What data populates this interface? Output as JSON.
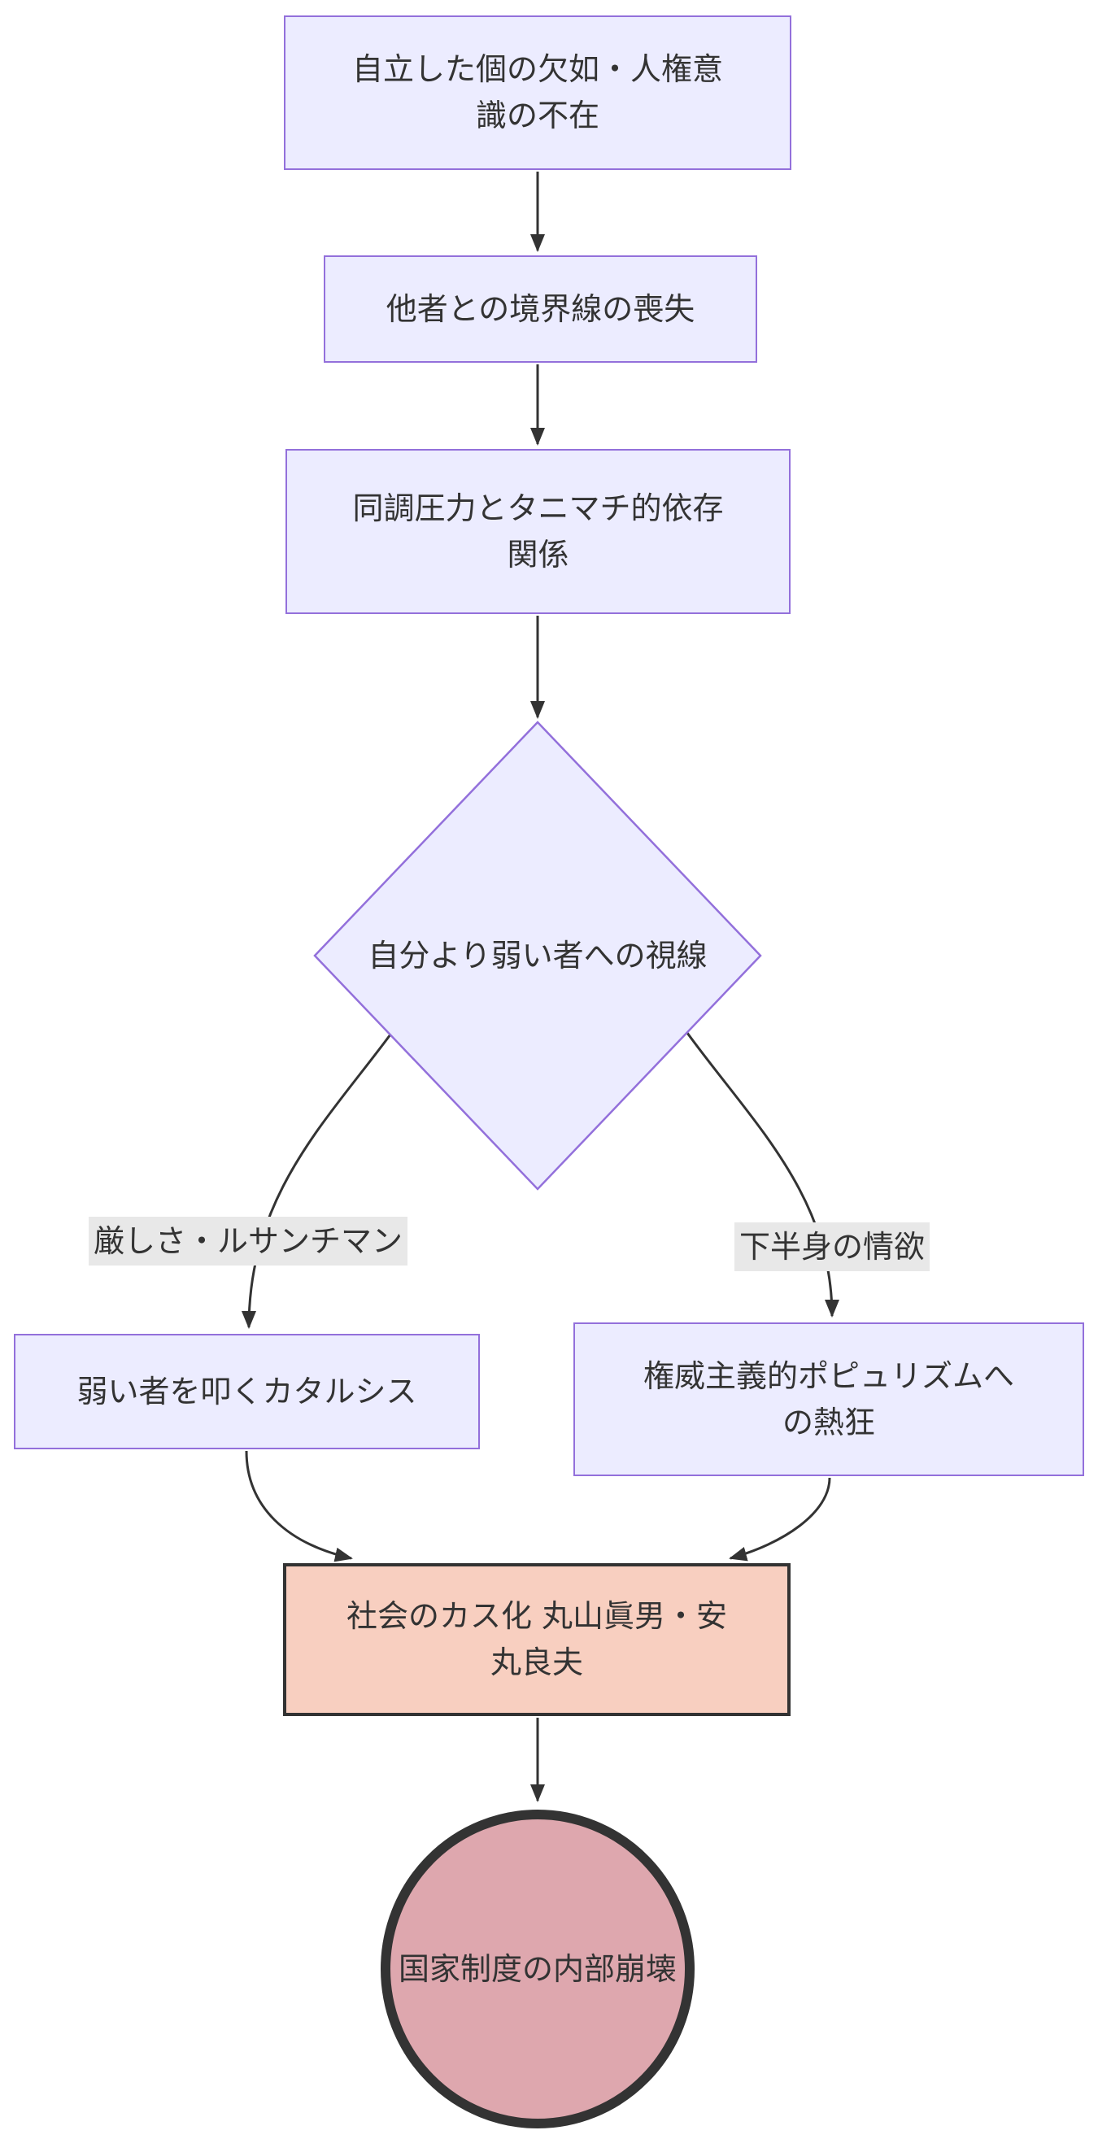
{
  "diagram": {
    "type": "flowchart-top-down",
    "background": "#ffffff",
    "colors": {
      "node_fill": "#ECECFF",
      "node_border": "#9370DB",
      "merge_fill": "#F8CFC0",
      "merge_border": "#333333",
      "end_fill": "#DEA7AE",
      "end_border": "#333333",
      "edge_stroke": "#333333",
      "edge_label_bg": "#E8E8E8",
      "text": "#333333"
    },
    "nodes": {
      "premise": {
        "shape": "rect",
        "label": "自立した個の欠如・人権意\n識の不在"
      },
      "boundary": {
        "shape": "rect",
        "label": "他者との境界線の喪失"
      },
      "conformity": {
        "shape": "rect",
        "label": "同調圧力とタニマチ的依存\n関係"
      },
      "decision": {
        "shape": "diamond",
        "label": "自分より弱い者への視線"
      },
      "catharsis": {
        "shape": "rect",
        "label": "弱い者を叩くカタルシス"
      },
      "populism": {
        "shape": "rect",
        "label": "権威主義的ポピュリズムへ\nの熱狂"
      },
      "merge": {
        "shape": "rect-bold",
        "label": "社会のカス化 丸山眞男・安\n丸良夫"
      },
      "end": {
        "shape": "circle",
        "label": "国家制度の内部崩壊"
      }
    },
    "edges": [
      {
        "from": "premise",
        "to": "boundary",
        "label": ""
      },
      {
        "from": "boundary",
        "to": "conformity",
        "label": ""
      },
      {
        "from": "conformity",
        "to": "decision",
        "label": ""
      },
      {
        "from": "decision",
        "to": "catharsis",
        "label": "厳しさ・ルサンチマン"
      },
      {
        "from": "decision",
        "to": "populism",
        "label": "下半身の情欲"
      },
      {
        "from": "catharsis",
        "to": "merge",
        "label": ""
      },
      {
        "from": "populism",
        "to": "merge",
        "label": ""
      },
      {
        "from": "merge",
        "to": "end",
        "label": ""
      }
    ]
  }
}
